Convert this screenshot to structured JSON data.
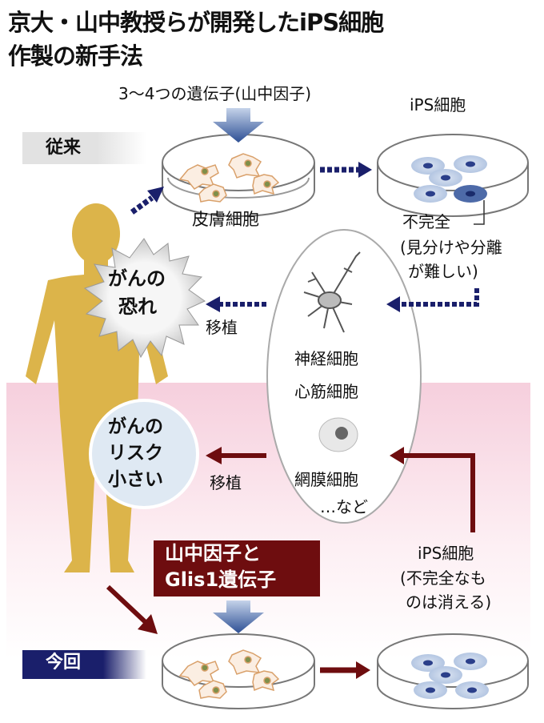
{
  "title": {
    "line1": "京大・山中教授らが開発したiPS細胞",
    "line2": "作製の新手法"
  },
  "conventional": {
    "label": "従来",
    "genes": "3～4つの遺伝子(山中因子)",
    "skin_cells": "皮膚細胞",
    "ips_cells": "iPS細胞",
    "incomplete": "不完全",
    "incomplete_note_1": "(見分けや分離",
    "incomplete_note_2": "が難しい)",
    "transplant": "移植",
    "risk_1": "がんの",
    "risk_2": "恐れ"
  },
  "center": {
    "nerve": "神経細胞",
    "heart": "心筋細胞",
    "retina": "網膜細胞",
    "etc": "…など"
  },
  "new_method": {
    "label": "今回",
    "factors_1": "山中因子と",
    "factors_2": "Glis1遺伝子",
    "ips_cells": "iPS細胞",
    "note_1": "(不完全なも",
    "note_2": "のは消える)",
    "transplant": "移植",
    "risk_1": "がんの",
    "risk_2": "リスク",
    "risk_3": "小さい"
  },
  "colors": {
    "navy": "#1a1f6b",
    "darkred": "#6e0d0f",
    "body": "#dcb44a",
    "pink": "#f7d3e0"
  }
}
